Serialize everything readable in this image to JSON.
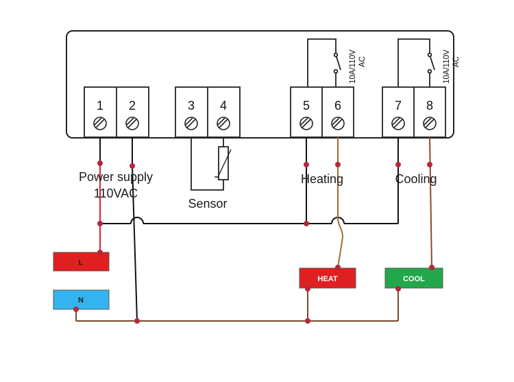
{
  "terminals": [
    "1",
    "2",
    "3",
    "4",
    "5",
    "6",
    "7",
    "8"
  ],
  "relays": [
    {
      "rating_line1": "10A/110V",
      "rating_line2": "AC"
    },
    {
      "rating_line1": "10A/110V",
      "rating_line2": "AC"
    }
  ],
  "labels": {
    "power_supply": "Power supply",
    "voltage": "110VAC",
    "sensor": "Sensor",
    "heating": "Heating",
    "cooling": "Cooling"
  },
  "boxes": {
    "live": "L",
    "neutral": "N",
    "heat": "HEAT",
    "cool": "COOL"
  },
  "colors": {
    "live_wire": "#d9232e",
    "neutral_wire": "#7a4a26",
    "heat_wire": "#a36a3a",
    "cool_wire": "#8b4a2a",
    "black_wire": "#111111",
    "live_box": "#e02020",
    "neutral_box": "#33b4f0",
    "heat_box": "#e02020",
    "cool_box": "#22a84a",
    "dot": "#b3283a"
  }
}
